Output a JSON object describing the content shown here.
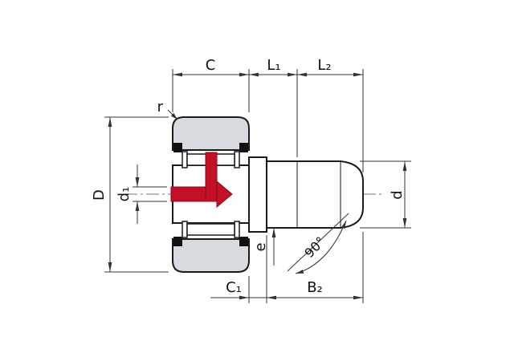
{
  "drawing": {
    "labels": {
      "C": "C",
      "L1": "L₁",
      "L2": "L₂",
      "r": "r",
      "D": "D",
      "d1": "d₁",
      "d": "d",
      "e": "e",
      "angle90": "90°",
      "C1": "C₁",
      "B2": "B₂"
    },
    "colors": {
      "outline": "#1a1a1a",
      "dimension_lines": "#333333",
      "outer_ring_gray": "#d8dce0",
      "grease_passage_red": "#c21027",
      "seal_black": "#111111",
      "background": "#ffffff"
    }
  }
}
